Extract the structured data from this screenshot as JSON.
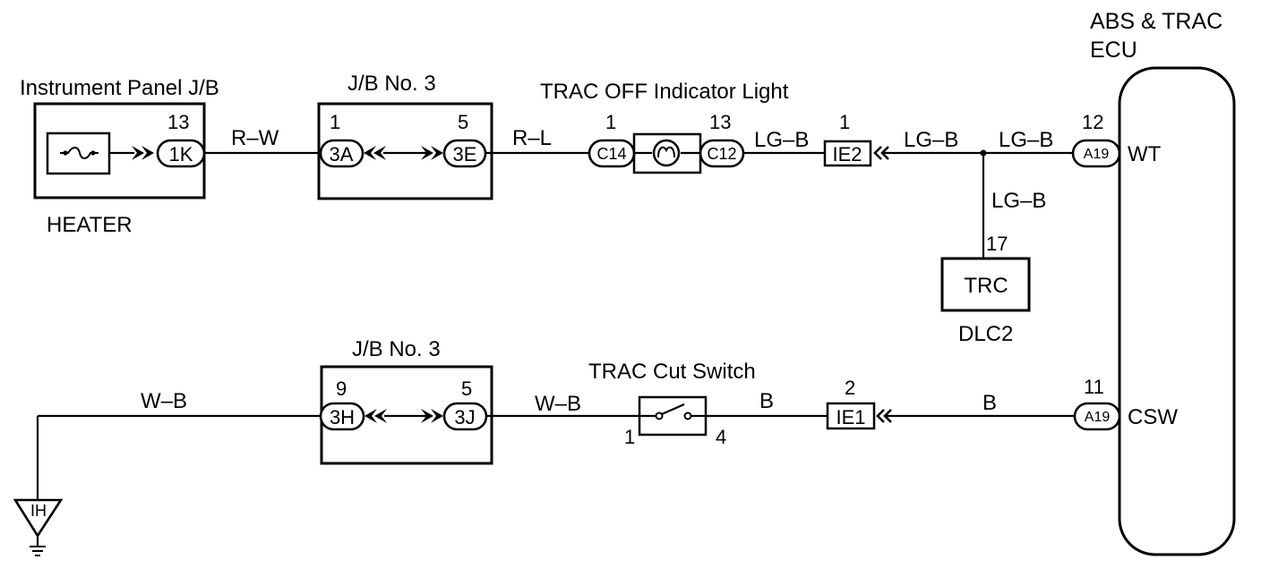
{
  "labels": {
    "ecu_line1": "ABS & TRAC",
    "ecu_line2": "ECU",
    "instrument_panel_jb": "Instrument Panel J/B",
    "heater": "HEATER",
    "jb3_top": "J/B No. 3",
    "jb3_bottom": "J/B No. 3",
    "trac_off_light": "TRAC OFF Indicator Light",
    "trac_cut_switch": "TRAC Cut Switch",
    "trc": "TRC",
    "dlc2": "DLC2",
    "wt": "WT",
    "csw": "CSW"
  },
  "pins": {
    "ip_13": "13",
    "jb3a_1": "1",
    "jb3e_5": "5",
    "c14_1": "1",
    "c12_13": "13",
    "ie2_1": "1",
    "a19_12": "12",
    "trc_17": "17",
    "jb3h_9": "9",
    "jb3j_5": "5",
    "sw_1": "1",
    "sw_4": "4",
    "ie1_2": "2",
    "a19_11": "11"
  },
  "connectors": {
    "c1k": "1K",
    "c3a": "3A",
    "c3e": "3E",
    "c14": "C14",
    "c12": "C12",
    "ie2": "IE2",
    "a19_top": "A19",
    "c3h": "3H",
    "c3j": "3J",
    "ie1": "IE1",
    "a19_bottom": "A19",
    "ground": "IH"
  },
  "wires": {
    "r_w": "R–W",
    "r_l": "R–L",
    "lg_b_1": "LG–B",
    "lg_b_2": "LG–B",
    "lg_b_3": "LG–B",
    "lg_b_4": "LG–B",
    "w_b_1": "W–B",
    "w_b_2": "W–B",
    "b_1": "B",
    "b_2": "B"
  }
}
